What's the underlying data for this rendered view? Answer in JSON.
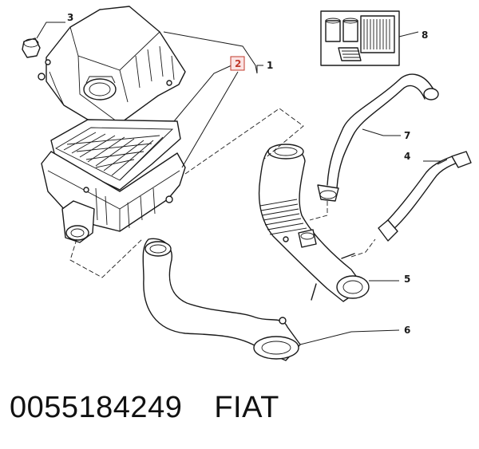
{
  "diagram": {
    "callouts": [
      {
        "id": "1",
        "label": "1"
      },
      {
        "id": "2",
        "label": "2"
      },
      {
        "id": "3",
        "label": "3"
      },
      {
        "id": "4",
        "label": "4"
      },
      {
        "id": "5",
        "label": "5"
      },
      {
        "id": "6",
        "label": "6"
      },
      {
        "id": "7",
        "label": "7"
      },
      {
        "id": "8",
        "label": "8"
      }
    ],
    "highlight_color": "#c0392b"
  },
  "footer": {
    "part_number": "0055184249",
    "brand": "FIAT"
  }
}
